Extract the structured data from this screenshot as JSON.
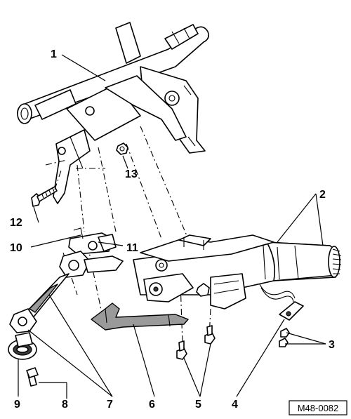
{
  "callouts": [
    {
      "id": "1",
      "label": "1"
    },
    {
      "id": "2",
      "label": "2"
    },
    {
      "id": "3",
      "label": "3"
    },
    {
      "id": "4",
      "label": "4"
    },
    {
      "id": "5",
      "label": "5"
    },
    {
      "id": "6",
      "label": "6"
    },
    {
      "id": "7",
      "label": "7"
    },
    {
      "id": "8",
      "label": "8"
    },
    {
      "id": "9",
      "label": "9"
    },
    {
      "id": "10",
      "label": "10"
    },
    {
      "id": "11",
      "label": "11"
    },
    {
      "id": "12",
      "label": "12"
    },
    {
      "id": "13",
      "label": "13"
    }
  ],
  "reference_code": "M48-0082",
  "colors": {
    "line": "#000000",
    "background": "#ffffff",
    "shading": "#9a9a9a"
  }
}
